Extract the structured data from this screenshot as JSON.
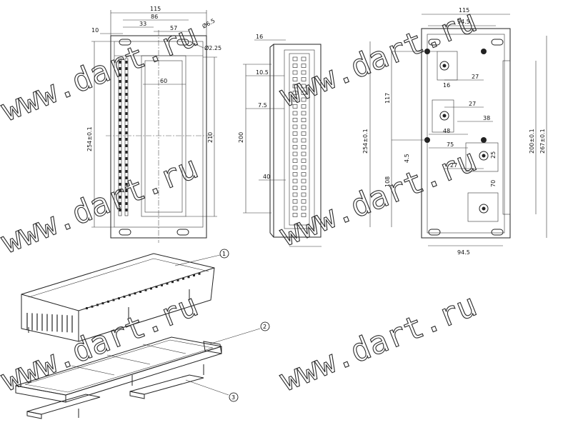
{
  "watermark": "www.dart.ru",
  "views": {
    "front": {
      "dims": {
        "width_total": "115",
        "width_86": "86",
        "width_57": "57",
        "width_33": "33",
        "offset_10": "10",
        "diam_6": "Ø6.5",
        "diam_2": "Ø2.25",
        "inner_60": "60",
        "height_254": "254±0.1",
        "height_210": "210"
      }
    },
    "side": {
      "dims": {
        "top_16": "16",
        "d_10_5": "10.5",
        "d_7_5": "7.5",
        "height_200": "200",
        "d_40": "40"
      }
    },
    "back": {
      "dims": {
        "width_total": "115",
        "width_94": "94.5",
        "width_94_bottom": "94.5",
        "height_254": "254±0.1",
        "height_267": "267±0.1",
        "height_200": "200±0.1",
        "d_117": "117",
        "d_108": "108",
        "d_4_5": "4.5",
        "d_27a": "27",
        "d_27b": "27",
        "d_27c": "27",
        "d_38": "38",
        "d_48": "48",
        "d_75": "75",
        "d_25": "25",
        "d_70": "70",
        "d_16": "16"
      }
    }
  },
  "callouts": [
    "1",
    "2",
    "3"
  ]
}
